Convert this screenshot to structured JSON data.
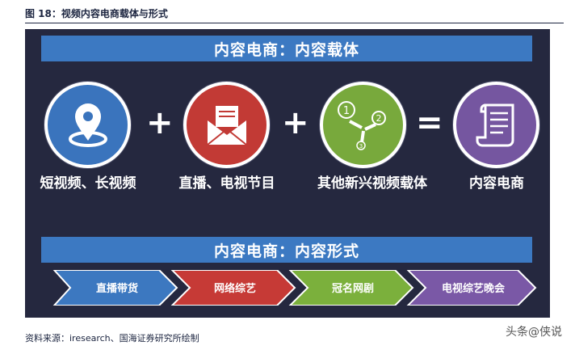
{
  "figure": {
    "title": "图 18：视频内容电商载体与形式"
  },
  "panel": {
    "carrier_banner": "内容电商：内容载体",
    "form_banner": "内容电商：内容形式",
    "operators": {
      "plus": "+",
      "equals": "="
    },
    "carriers": [
      {
        "label": "短视频、长视频",
        "icon": "location-pin-icon",
        "color": "#3a74bd"
      },
      {
        "label": "直播、电视节目",
        "icon": "envelope-icon",
        "color": "#c23a35"
      },
      {
        "label": "其他新兴视频载体",
        "icon": "branching-steps-icon",
        "color": "#78a93c"
      },
      {
        "label": "内容电商",
        "icon": "scroll-icon",
        "color": "#7556a0"
      }
    ],
    "forms": [
      {
        "label": "直播带货",
        "color": "#3c78c0"
      },
      {
        "label": "网络综艺",
        "color": "#c63a36"
      },
      {
        "label": "冠名网剧",
        "color": "#7bb03c"
      },
      {
        "label": "电视综艺晚会",
        "color": "#7a58a6"
      }
    ],
    "step_numbers": [
      "1",
      "2",
      "3"
    ]
  },
  "footer": {
    "source": "资料来源：iresearch、国海证券研究所绘制",
    "watermark": "头条@侠说"
  }
}
